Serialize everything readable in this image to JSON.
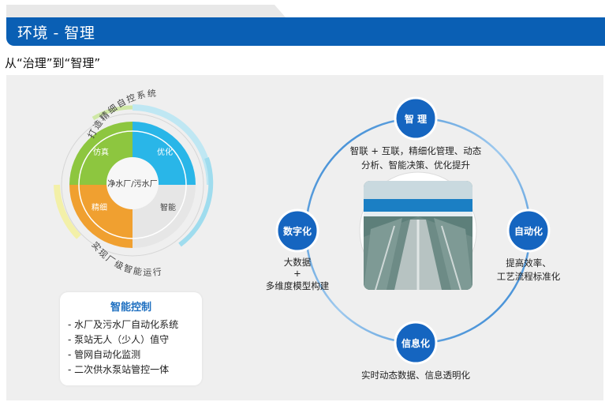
{
  "header": {
    "title": "环境 - 智理"
  },
  "subtitle": "从“治理”到“智理”",
  "wheel": {
    "arc_top": "打造精细自控系统",
    "arc_bottom": "实现厂级智能运行",
    "center": "净水厂/污水厂",
    "quadrants": [
      "仿真",
      "优化",
      "智能",
      "精细"
    ]
  },
  "card": {
    "title": "智能控制",
    "items": [
      "- 水厂及污水厂自动化系统",
      "- 泵站无人（少人）值守",
      "- 管网自动化监测",
      "- 二次供水泵站管控一体"
    ]
  },
  "cycle": {
    "nodes": {
      "top": {
        "label": "智 理",
        "desc1": "智联 + 互联，精细化管理、动态",
        "desc2": "分析、智能决策、优化提升"
      },
      "right": {
        "label": "自动化",
        "desc1": "提高效率、",
        "desc2": "工艺流程标准化"
      },
      "bottom": {
        "label": "信息化",
        "desc1": "实时动态数据、信息透明化"
      },
      "left": {
        "label": "数字化",
        "desc1": "大数据",
        "desc2": "+",
        "desc3": "多维度模型构建"
      }
    }
  },
  "colors": {
    "header": "#0a5fb4",
    "node": "#1565c0",
    "green": "#8dc63f",
    "cyan": "#29b6e8",
    "orange": "#f0a030",
    "grey": "#e6e6e6"
  }
}
